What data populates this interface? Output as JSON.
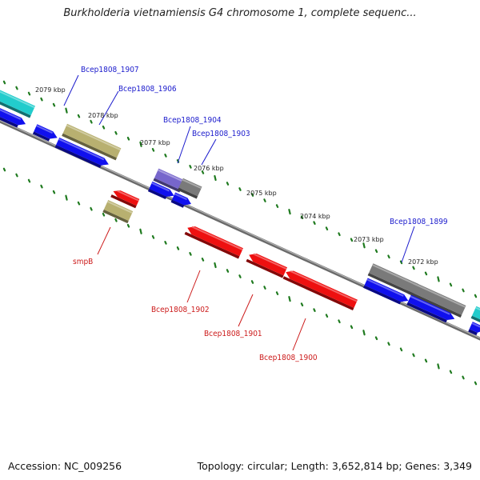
{
  "header": {
    "title": "Burkholderia vietnamiensis G4 chromosome 1, complete sequenc..."
  },
  "footer": {
    "accession": "Accession: NC_009256",
    "topology": "Topology: circular; Length: 3,652,814 bp; Genes: 3,349"
  },
  "colors": {
    "backbone": "#8a8a8a",
    "tick": "#1f7a1f",
    "forward_cds": "#1010ee",
    "reverse_cds": "#ee1010",
    "cyan_feature": "#22cccc",
    "olive_feature": "#b8b070",
    "purple_feature": "#7766cc",
    "gray_feature": "#7a7a7a",
    "forward_label": "#1a1acc",
    "reverse_label": "#cc1a1a"
  },
  "scale_labels": [
    "2079 kbp",
    "2078 kbp",
    "2077 kbp",
    "2076 kbp",
    "2075 kbp",
    "2074 kbp",
    "2073 kbp",
    "2072 kbp"
  ],
  "forward_gene_labels": [
    "Bcep1808_1907",
    "Bcep1808_1906",
    "Bcep1808_1904",
    "Bcep1808_1903",
    "Bcep1808_1899"
  ],
  "reverse_gene_labels": [
    "smpB",
    "Bcep1808_1902",
    "Bcep1808_1901",
    "Bcep1808_1900"
  ]
}
